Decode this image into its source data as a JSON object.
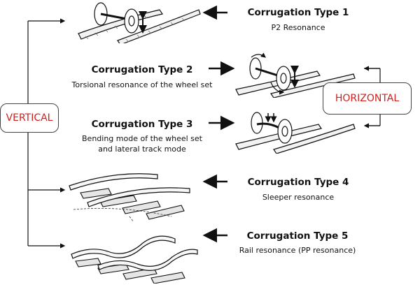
{
  "categories": {
    "vertical": "VERTICAL",
    "horizontal": "HORIZONTAL"
  },
  "types": [
    {
      "title": "Corrugation Type 1",
      "desc": [
        "P2 Resonance"
      ]
    },
    {
      "title": "Corrugation Type 2",
      "desc": [
        "Torsional resonance of the wheel set"
      ]
    },
    {
      "title": "Corrugation Type 3",
      "desc": [
        "Bending mode of the wheel set",
        "and lateral track mode"
      ]
    },
    {
      "title": "Corrugation Type 4",
      "desc": [
        "Sleeper resonance"
      ]
    },
    {
      "title": "Corrugation Type 5",
      "desc": [
        "Rail resonance (PP resonance)"
      ]
    }
  ],
  "colors": {
    "category_text": "#d0201c",
    "line": "#111111"
  }
}
